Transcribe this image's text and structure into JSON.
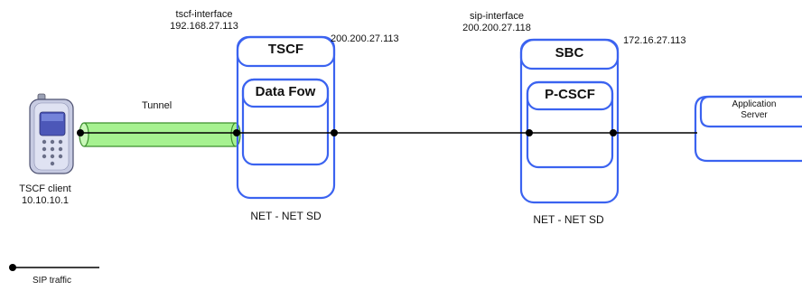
{
  "client": {
    "name": "TSCF client",
    "ip": "10.10.10.1",
    "device_icon": "mobile-phone-icon"
  },
  "tunnel": {
    "label": "Tunnel"
  },
  "tscf_interface": {
    "name": "tscf-interface",
    "ip": "192.168.27.113"
  },
  "tscf_device": {
    "title": "TSCF",
    "inner_title": "Data Fow",
    "sd_label": "NET - NET SD",
    "egress_ip": "200.200.27.113"
  },
  "sip_interface": {
    "name": "sip-interface",
    "ip": "200.200.27.118"
  },
  "sbc_device": {
    "title": "SBC",
    "inner_title": "P-CSCF",
    "sd_label": "NET - NET SD",
    "egress_ip": "172.16.27.113"
  },
  "app_server": {
    "line1": "Application",
    "line2": "Server"
  },
  "legend": {
    "label": "SIP traffic"
  },
  "colors": {
    "box_stroke": "#3b63f0",
    "tunnel_fill": "#9ef08a",
    "tunnel_stroke": "#3c8f2e",
    "line": "#000000"
  }
}
